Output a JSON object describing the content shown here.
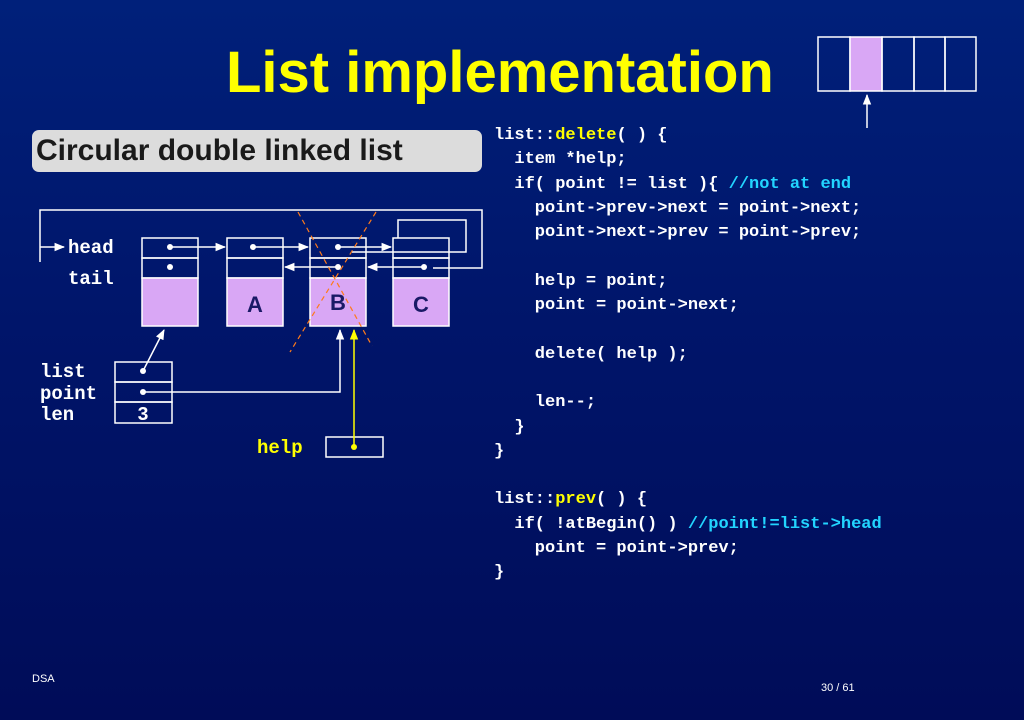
{
  "slide": {
    "title": "List implementation",
    "subtitle": "Circular double linked list",
    "footer_left": "DSA",
    "page_number": "30 / 61"
  },
  "diagram": {
    "labels": {
      "head": "head",
      "tail": "tail",
      "list": "list",
      "point": "point",
      "len": "len",
      "len_value": "3",
      "help": "help"
    },
    "nodes": [
      "A",
      "B",
      "C"
    ]
  },
  "code": {
    "delete_block": [
      {
        "pre": "list::",
        "kw": "delete",
        "post": "( ) {",
        "cm": ""
      },
      {
        "pre": "  item *help;",
        "kw": "",
        "post": "",
        "cm": ""
      },
      {
        "pre": "  if( point != list ){ ",
        "kw": "",
        "post": "",
        "cm": "//not at end"
      },
      {
        "pre": "    point->prev->next = point->next;",
        "kw": "",
        "post": "",
        "cm": ""
      },
      {
        "pre": "    point->next->prev = point->prev;",
        "kw": "",
        "post": "",
        "cm": ""
      },
      {
        "pre": "",
        "kw": "",
        "post": "",
        "cm": ""
      },
      {
        "pre": "    help = point;",
        "kw": "",
        "post": "",
        "cm": ""
      },
      {
        "pre": "    point = point->next;",
        "kw": "",
        "post": "",
        "cm": ""
      },
      {
        "pre": "",
        "kw": "",
        "post": "",
        "cm": ""
      },
      {
        "pre": "    delete( help );",
        "kw": "",
        "post": "",
        "cm": ""
      },
      {
        "pre": "",
        "kw": "",
        "post": "",
        "cm": ""
      },
      {
        "pre": "    len--;",
        "kw": "",
        "post": "",
        "cm": ""
      },
      {
        "pre": "  }",
        "kw": "",
        "post": "",
        "cm": ""
      },
      {
        "pre": "}",
        "kw": "",
        "post": "",
        "cm": ""
      },
      {
        "pre": "",
        "kw": "",
        "post": "",
        "cm": ""
      },
      {
        "pre": "list::",
        "kw": "prev",
        "post": "( ) {",
        "cm": ""
      },
      {
        "pre": "  if( !atBegin() ) ",
        "kw": "",
        "post": "",
        "cm": "//point!=list->head"
      },
      {
        "pre": "    point = point->prev;",
        "kw": "",
        "post": "",
        "cm": ""
      },
      {
        "pre": "}",
        "kw": "",
        "post": "",
        "cm": ""
      }
    ]
  },
  "colors": {
    "title": "#ffff00",
    "node_fill": "#d9a7f5",
    "comment": "#22d4ff",
    "keyword": "#ffff00",
    "cross_lines": "#ff7a1a",
    "help_arrow": "#ffff00"
  }
}
